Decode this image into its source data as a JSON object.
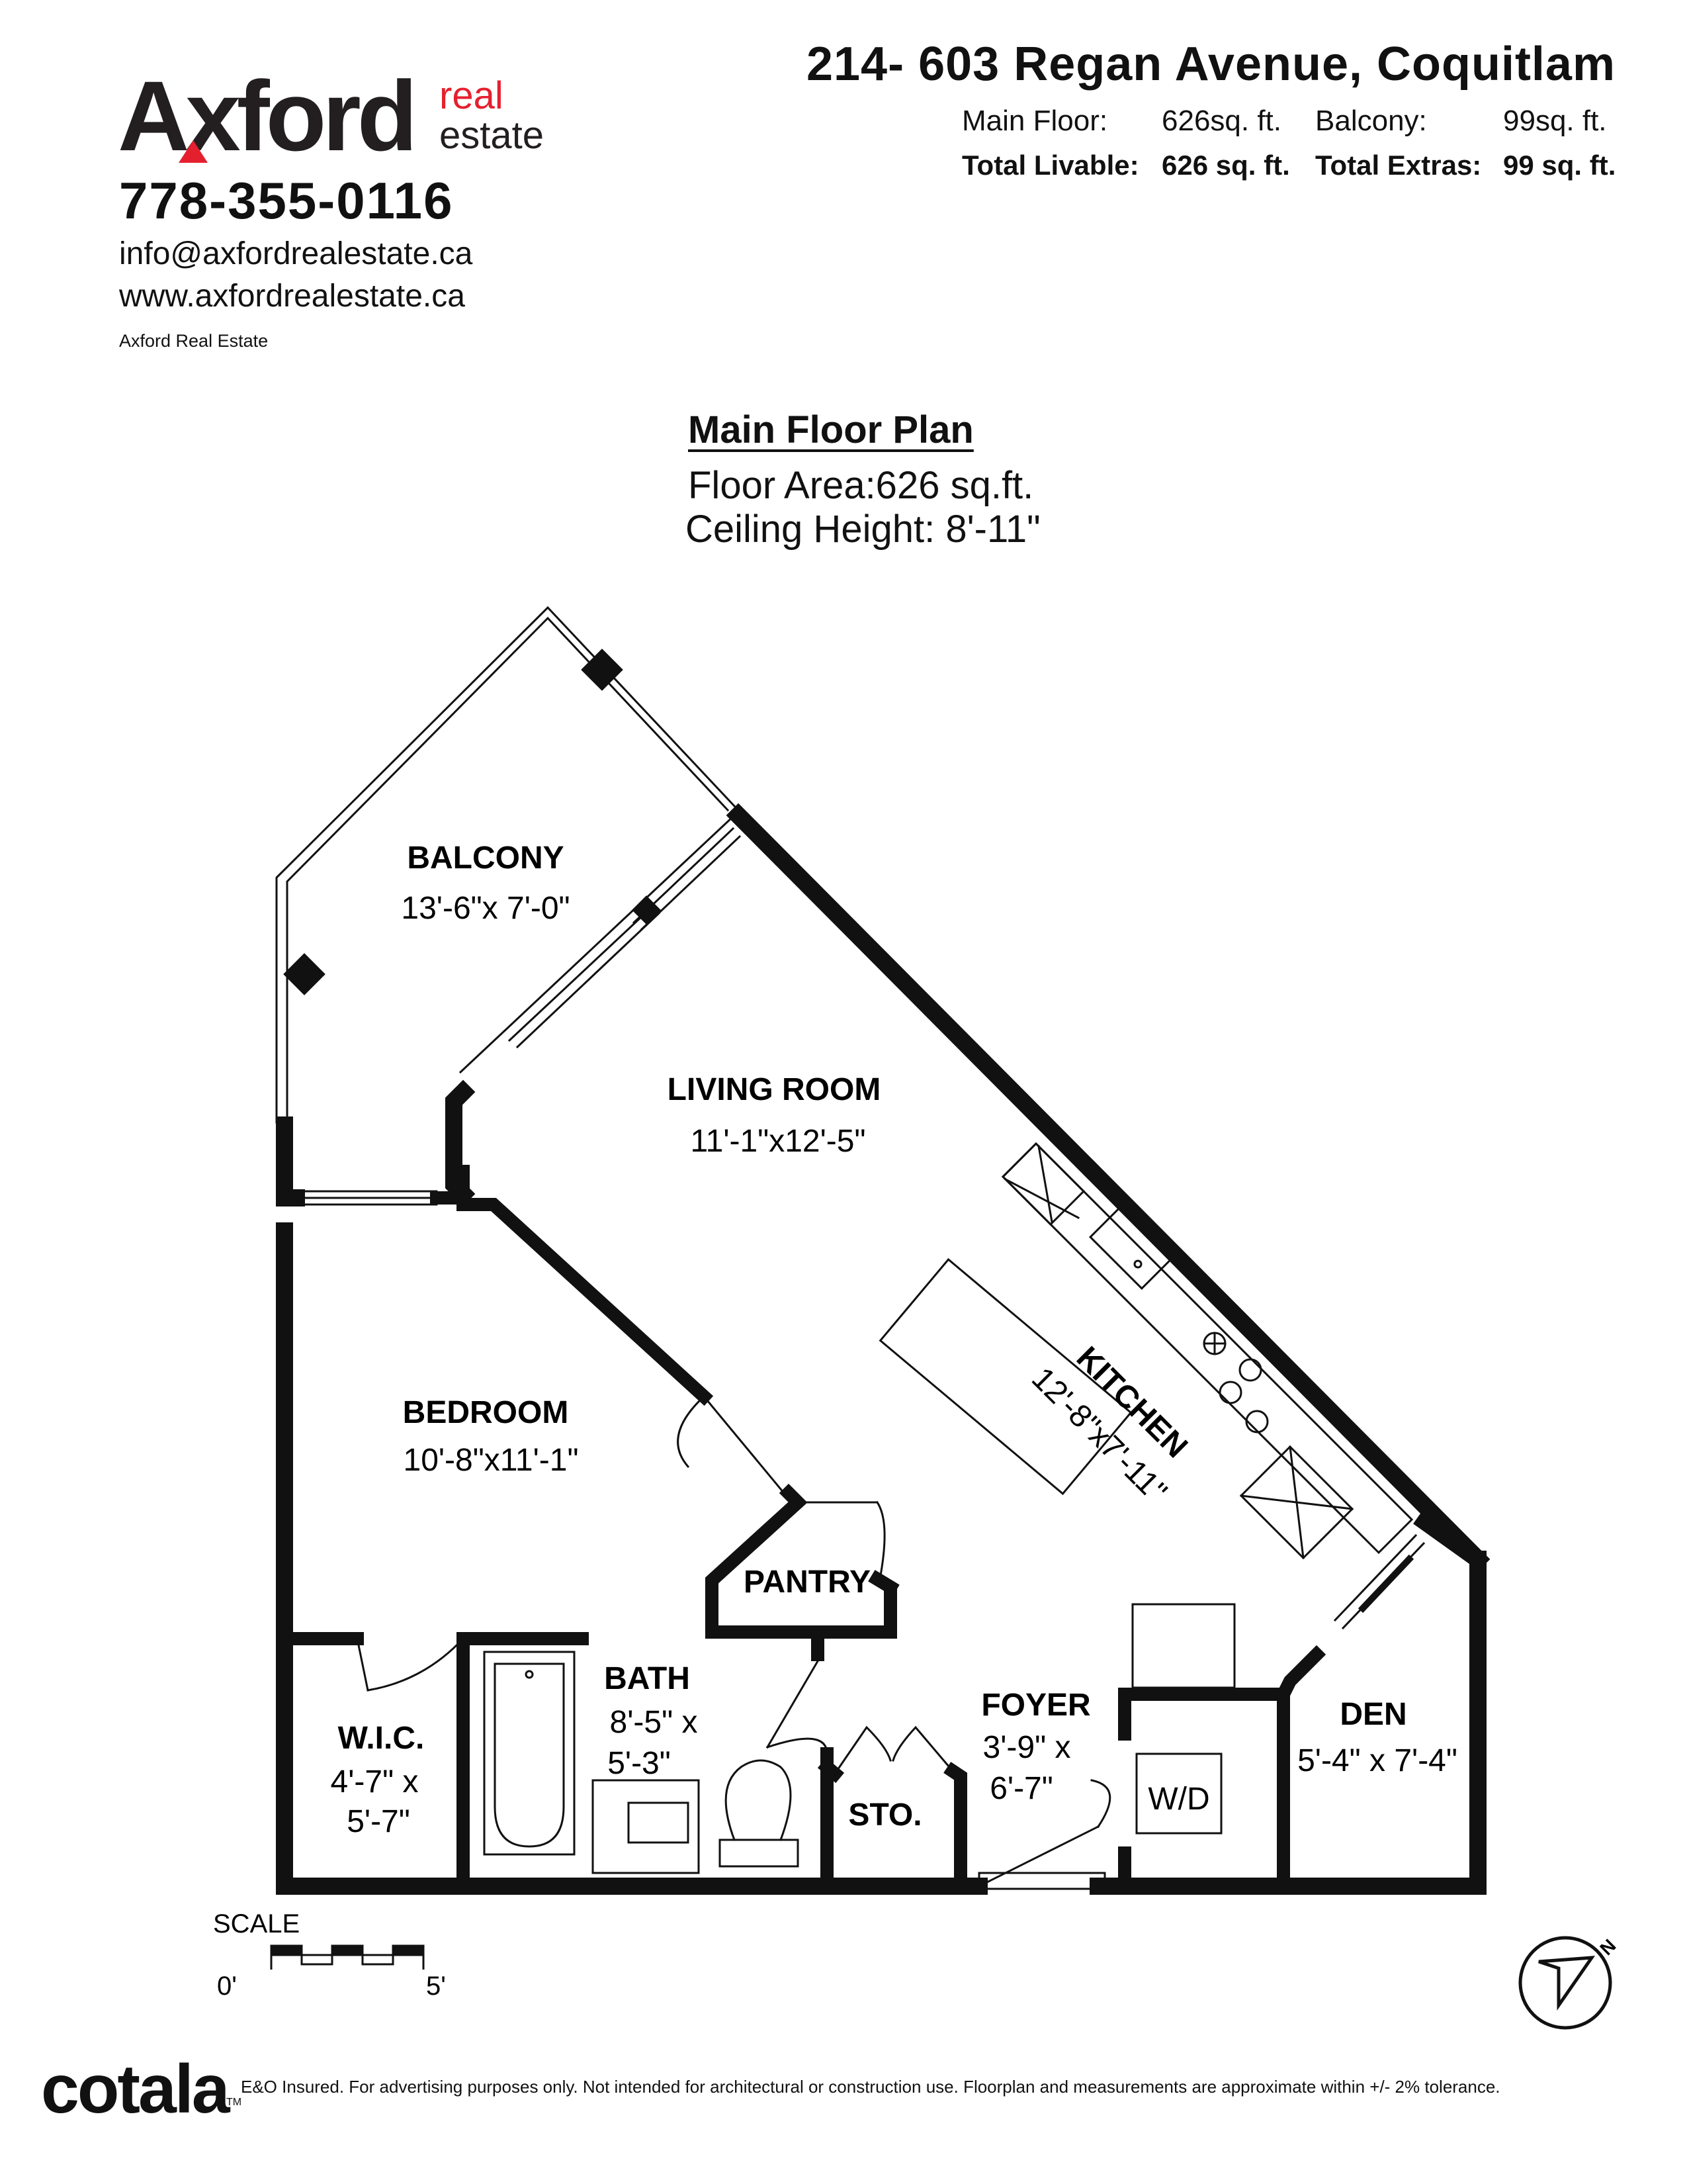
{
  "header": {
    "logo_main": "Axford",
    "logo_real": "real",
    "logo_estate": "estate",
    "phone": "778-355-0116",
    "email": "info@axfordrealestate.ca",
    "website": "www.axfordrealestate.ca",
    "agency": "Axford Real Estate"
  },
  "summary": {
    "address": "214- 603 Regan Avenue, Coquitlam",
    "main_floor_label": "Main Floor:",
    "main_floor_value": "626sq. ft.",
    "balcony_label": "Balcony:",
    "balcony_value": "99sq. ft.",
    "total_livable_label": "Total Livable:",
    "total_livable_value": "626 sq. ft.",
    "total_extras_label": "Total Extras:",
    "total_extras_value": "99 sq. ft."
  },
  "plan": {
    "title": "Main Floor Plan",
    "floor_area": "Floor Area:626 sq.ft.",
    "ceiling_height": "Ceiling Height: 8'-11\""
  },
  "rooms": {
    "balcony": {
      "name": "BALCONY",
      "dims": "13'-6\"x 7'-0\""
    },
    "living": {
      "name": "LIVING ROOM",
      "dims": "11'-1\"x12'-5\""
    },
    "kitchen": {
      "name": "KITCHEN",
      "dims": "12'-8\"x7'-11\""
    },
    "bedroom": {
      "name": "BEDROOM",
      "dims": "10'-8\"x11'-1\""
    },
    "pantry": {
      "name": "PANTRY"
    },
    "bath": {
      "name": "BATH",
      "dims1": "8'-5\" x",
      "dims2": "5'-3\""
    },
    "wic": {
      "name": "W.I.C.",
      "dims1": "4'-7\" x",
      "dims2": "5'-7\""
    },
    "foyer": {
      "name": "FOYER",
      "dims1": "3'-9\" x",
      "dims2": "6'-7\""
    },
    "sto": {
      "name": "STO."
    },
    "den": {
      "name": "DEN",
      "dims": "5'-4\" x 7'-4\""
    },
    "wd": {
      "name": "W/D"
    }
  },
  "scale": {
    "label": "SCALE",
    "start": "0'",
    "end": "5'"
  },
  "compass": {
    "label": "N"
  },
  "footer": {
    "logo": "cotala",
    "tm": "TM",
    "disclaimer": "E&O Insured. For advertising purposes only. Not intended for architectural or construction use. Floorplan and measurements are approximate within +/- 2% tolerance."
  }
}
